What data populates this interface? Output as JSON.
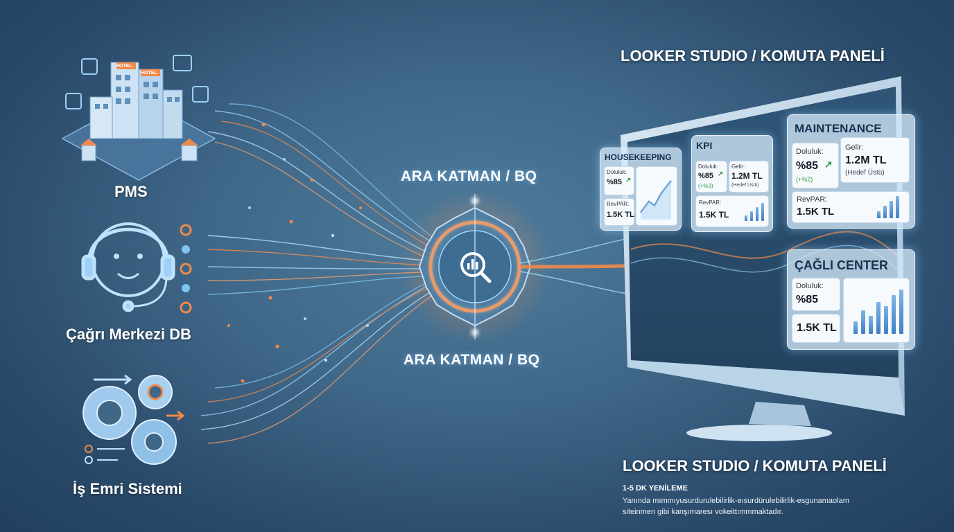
{
  "sources": {
    "pms": {
      "label": "PMS",
      "icon": "hotel-buildings-icon",
      "sign1": "HOTEL",
      "sign2": "HOTEL"
    },
    "call_center": {
      "label": "Çağrı Merkezi DB",
      "icon": "headset-agent-icon"
    },
    "work_order": {
      "label": "İş Emri Sistemi",
      "icon": "gears-icon"
    }
  },
  "hub": {
    "label_top": "ARA KATMAN / BQ",
    "label_bottom": "ARA KATMAN / BQ",
    "icon": "analytics-search-icon"
  },
  "dashboard": {
    "title_top": "LOOKER STUDIO / KOMUTA PANELİ",
    "title_bottom": "LOOKER STUDIO / KOMUTA PANELİ",
    "panels": {
      "housekeeping": {
        "title": "HOUSEKEEPING",
        "occ_label": "Doluluk:",
        "occ_value": "%85",
        "revpar_label": "RevPAR:",
        "revpar_value": "1.5K TL"
      },
      "kpi": {
        "title": "KPI",
        "occ_label": "Doluluk:",
        "occ_value": "%85",
        "occ_delta": "(+%3)",
        "rev_label": "Gelir:",
        "rev_value": "1.2M TL",
        "rev_note": "(Hedef Üstü)",
        "revpar_label": "RevPAR:",
        "revpar_value": "1.5K TL"
      },
      "maintenance": {
        "title": "MAINTENANCE",
        "occ_label": "Doluluk:",
        "occ_value": "%85",
        "occ_delta": "(+%2)",
        "rev_label": "Gelir:",
        "rev_value": "1.2M TL",
        "rev_note": "(Hedef Üstü)",
        "revpar_label": "RevPAR:",
        "revpar_value": "1.5K TL"
      },
      "call_center": {
        "title": "ÇAĞLI CENTER",
        "occ_label": "Doluluk:",
        "occ_value": "%85",
        "revpar_value": "1.5K TL"
      }
    }
  },
  "footer": {
    "heading": "1-5 DK YENİLEME",
    "line1": "Yanında mımmıyusurdurulebilirlik-eısurdürulebilirlik-esgunamaolam",
    "line2": "siteinmen gibi kanşımaresı vokeittımmmaktadır."
  },
  "colors": {
    "accent_orange": "#f08a4b",
    "accent_blue": "#7fd0ff",
    "background": "#3f6788"
  }
}
